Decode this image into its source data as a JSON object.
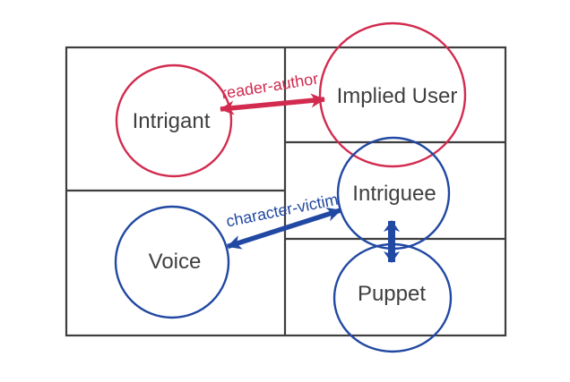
{
  "diagram": {
    "nodes": [
      {
        "id": "intrigant",
        "label": "Intrigant",
        "color_role": "red"
      },
      {
        "id": "implied-user",
        "label": "Implied User",
        "color_role": "red"
      },
      {
        "id": "intriguee",
        "label": "Intriguee",
        "color_role": "blue"
      },
      {
        "id": "voice",
        "label": "Voice",
        "color_role": "blue"
      },
      {
        "id": "puppet",
        "label": "Puppet",
        "color_role": "blue"
      }
    ],
    "edges": [
      {
        "id": "reader-author",
        "label": "reader-author",
        "from": "Intrigant",
        "to": "Implied User",
        "color_role": "red",
        "style": "double-arrow"
      },
      {
        "id": "character-victim",
        "label": "character-victim",
        "from": "Voice",
        "to": "Intriguee",
        "color_role": "blue",
        "style": "double-arrow"
      },
      {
        "id": "intriguee-puppet",
        "label": "",
        "from": "Intriguee",
        "to": "Puppet",
        "color_role": "blue",
        "style": "double-arrow"
      }
    ],
    "colors": {
      "red": "#d22b4f",
      "blue": "#2148a2",
      "line": "#3e3e3e",
      "text": "#3f3f3f",
      "background": "#ffffff"
    }
  }
}
